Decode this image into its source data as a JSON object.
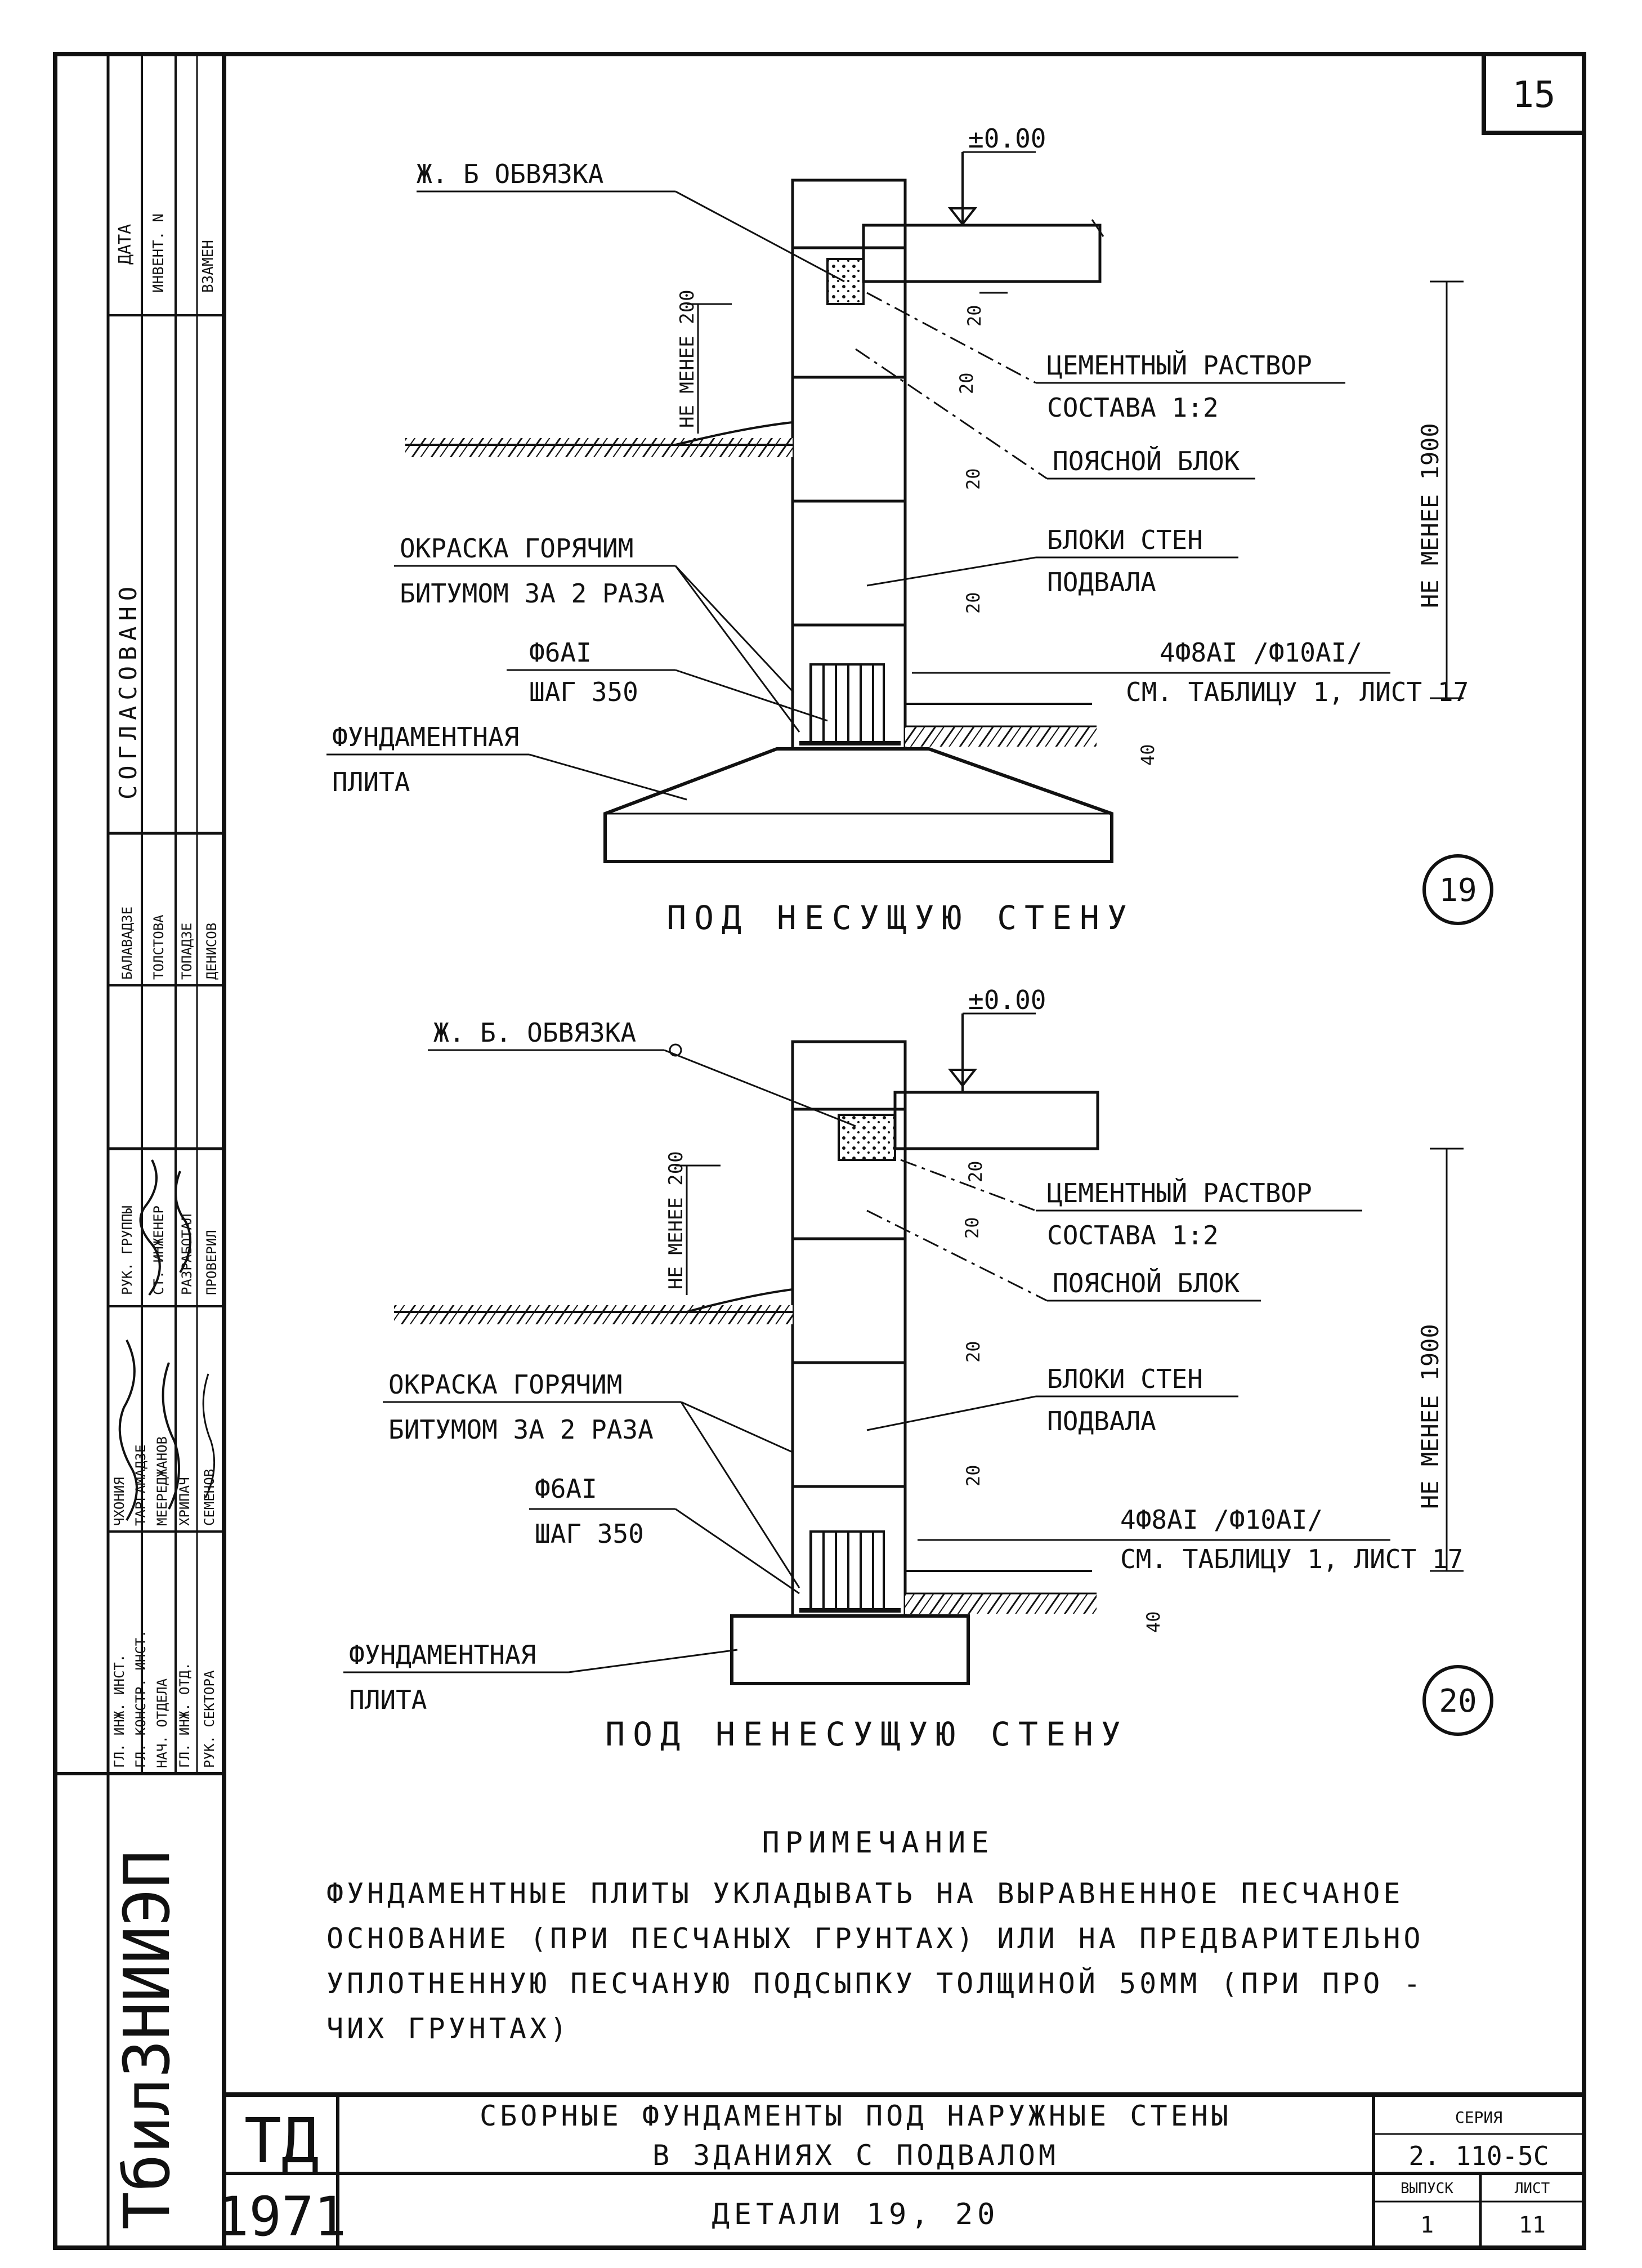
{
  "sheet_number": "15",
  "detail19": {
    "level": "±0.00",
    "tie_beam": "Ж. Б ОБВЯЗКА",
    "dim_not_less_200": "НЕ МЕНЕЕ 200",
    "dim_20a": "20",
    "dim_20b": "20",
    "dim_20c": "20",
    "dim_20d": "20",
    "dim_40": "40",
    "mortar_l1": "ЦЕМЕНТНЫЙ РАСТВОР",
    "mortar_l2": "СОСТАВА 1:2",
    "belt_block": "ПОЯСНОЙ БЛОК",
    "wall_blocks_l1": "БЛОКИ СТЕН",
    "wall_blocks_l2": "ПОДВАЛА",
    "painting_l1": "ОКРАСКА ГОРЯЧИМ",
    "painting_l2": "БИТУМОМ ЗА 2 РАЗА",
    "rebar_l1": "Ф6АI",
    "rebar_l2": "ШАГ 350",
    "rebar_right_l1": "4Ф8АI /Ф10АI/",
    "rebar_right_l2": "СМ. ТАБЛИЦУ 1, ЛИСТ 17",
    "plate_l1": "ФУНДАМЕНТНАЯ",
    "plate_l2": "ПЛИТА",
    "dim_not_less_1900": "НЕ МЕНЕЕ 1900",
    "caption": "ПОД НЕСУЩУЮ СТЕНУ",
    "number": "19"
  },
  "detail20": {
    "level": "±0.00",
    "tie_beam": "Ж. Б. ОБВЯЗКА",
    "dim_not_less_200": "НЕ МЕНЕЕ 200",
    "dim_20a": "20",
    "dim_20b": "20",
    "dim_20c": "20",
    "dim_20d": "20",
    "dim_40": "40",
    "mortar_l1": "ЦЕМЕНТНЫЙ РАСТВОР",
    "mortar_l2": "СОСТАВА 1:2",
    "belt_block": "ПОЯСНОЙ БЛОК",
    "wall_blocks_l1": "БЛОКИ СТЕН",
    "wall_blocks_l2": "ПОДВАЛА",
    "painting_l1": "ОКРАСКА ГОРЯЧИМ",
    "painting_l2": "БИТУМОМ ЗА 2 РАЗА",
    "rebar_l1": "Ф6АI",
    "rebar_l2": "ШАГ 350",
    "rebar_right_l1": "4Ф8АI /Ф10АI/",
    "rebar_right_l2": "СМ. ТАБЛИЦУ 1, ЛИСТ 17",
    "plate_l1": "ФУНДАМЕНТНАЯ",
    "plate_l2": "ПЛИТА",
    "dim_not_less_1900": "НЕ МЕНЕЕ 1900",
    "caption": "ПОД НЕНЕСУЩУЮ СТЕНУ",
    "number": "20"
  },
  "note": {
    "heading": "ПРИМЕЧАНИЕ",
    "line1": "ФУНДАМЕНТНЫЕ ПЛИТЫ УКЛАДЫВАТЬ НА ВЫРАВНЕННОЕ ПЕСЧАНОЕ",
    "line2": "ОСНОВАНИЕ (ПРИ ПЕСЧАНЫХ ГРУНТАХ) ИЛИ НА ПРЕДВАРИТЕЛЬНО",
    "line3": "УПЛОТНЕННУЮ ПЕСЧАНУЮ ПОДСЫПКУ ТОЛЩИНОЙ 50ММ (ПРИ ПРО -",
    "line4": "ЧИХ ГРУНТАХ)"
  },
  "title_block": {
    "code": "ТД",
    "year": "1971",
    "title_l1": "СБОРНЫЕ ФУНДАМЕНТЫ ПОД НАРУЖНЫЕ СТЕНЫ",
    "title_l2": "В ЗДАНИЯХ С ПОДВАЛОМ",
    "subtitle": "ДЕТАЛИ 19, 20",
    "series_label": "СЕРИЯ",
    "series_value": "2. 110-5С",
    "issue_label": "ВЫПУСК",
    "issue_value": "1",
    "sheet_label": "ЛИСТ",
    "sheet_value": "11"
  },
  "sidebar": {
    "org": "ТбилЗНИИЭП",
    "agreed": "СОГЛАСОВАНО",
    "date": "ДАТА",
    "inv_no": "ИНВЕНТ. N",
    "replace": "ВЗАМЕН",
    "roles": [
      "ГЛ. ИНЖ. ИНСТ.",
      "ГЛ. КОНСТР. ИНСТ.",
      "НАЧ. ОТДЕЛА",
      "ГЛ. ИНЖ. ОТД.",
      "РУК. СЕКТОРА"
    ],
    "names1": [
      "ЧХОНИЯ",
      "ТАРГАМАДЗЕ",
      "МЕЕРЕДЖАНОВ",
      "ХРИПАЧ",
      "СЕМЕНОВ"
    ],
    "roles2": [
      "РУК. ГРУППЫ",
      "СТ. ИНЖЕНЕР",
      "РАЗРАБОТАЛ",
      "ПРОВЕРИЛ"
    ],
    "names2": [
      "БАЛАВАДЗЕ",
      "ТОЛСТОВА",
      "ТОПАДЗЕ",
      "ДЕНИСОВ"
    ]
  }
}
